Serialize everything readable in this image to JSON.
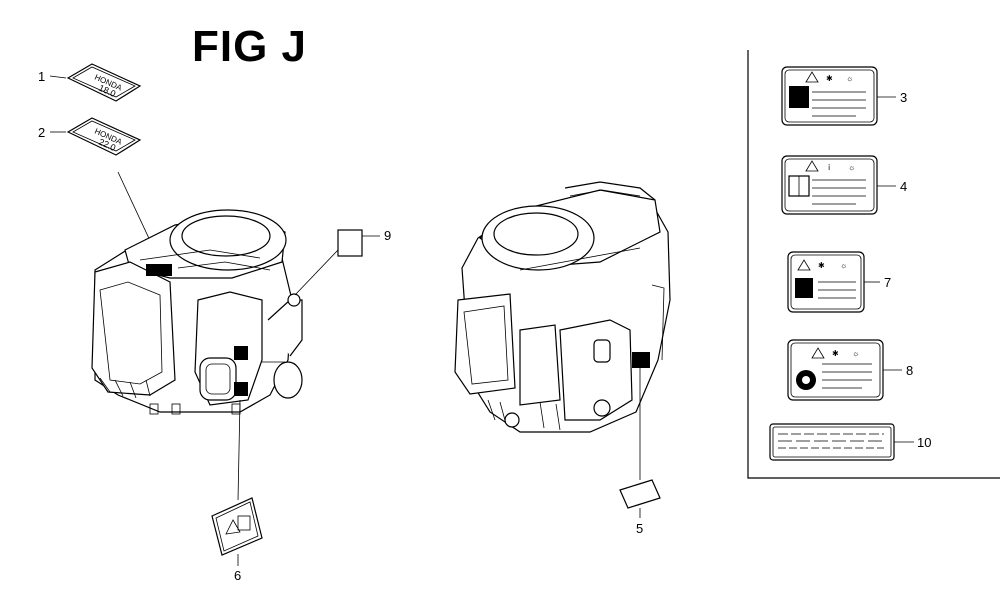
{
  "figure": {
    "title": "FIG J"
  },
  "labels": {
    "decal_1_line1": "HONDA",
    "decal_1_line2": "18.0",
    "decal_2_line1": "HONDA",
    "decal_2_line2": "22.0"
  },
  "callouts": [
    {
      "id": "1",
      "text": "1"
    },
    {
      "id": "2",
      "text": "2"
    },
    {
      "id": "3",
      "text": "3"
    },
    {
      "id": "4",
      "text": "4"
    },
    {
      "id": "5",
      "text": "5"
    },
    {
      "id": "6",
      "text": "6"
    },
    {
      "id": "7",
      "text": "7"
    },
    {
      "id": "8",
      "text": "8"
    },
    {
      "id": "9",
      "text": "9"
    },
    {
      "id": "10",
      "text": "10"
    }
  ]
}
